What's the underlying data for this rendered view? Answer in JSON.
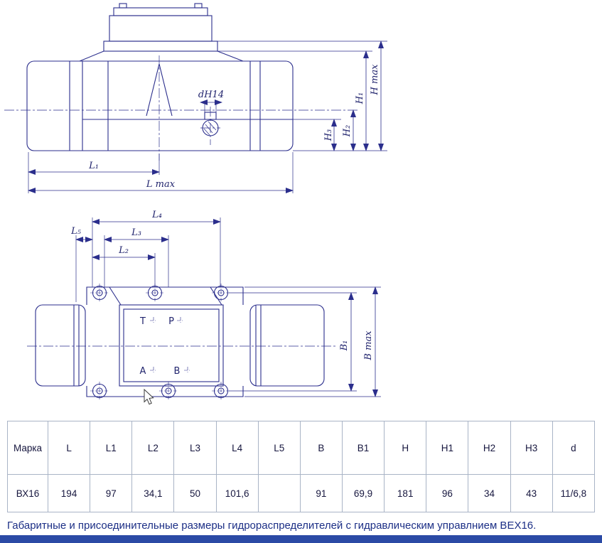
{
  "drawing": {
    "labels": {
      "l1": "L₁",
      "lmax": "L max",
      "dh14": "dH14",
      "h3": "H₃",
      "h2": "H₂",
      "h1": "H₁",
      "hmax": "H max",
      "l4": "L₄",
      "l3": "L₃",
      "l2": "L₂",
      "l5": "L₅",
      "b1": "B₁",
      "bmax": "B max",
      "port_t": "T",
      "port_p": "P",
      "port_a": "A",
      "port_b": "B"
    },
    "line_color": "#2b2e8c"
  },
  "table": {
    "headers": [
      "Марка",
      "L",
      "L1",
      "L2",
      "L3",
      "L4",
      "L5",
      "B",
      "B1",
      "H",
      "H1",
      "H2",
      "H3",
      "d"
    ],
    "rows": [
      [
        "ВХ16",
        "194",
        "97",
        "34,1",
        "50",
        "101,6",
        "",
        "91",
        "69,9",
        "181",
        "96",
        "34",
        "43",
        "11/6,8"
      ]
    ]
  },
  "caption": "Габаритные и присоединительные размеры гидрораспределителей с гидравлическим управлнием ВЕХ16.",
  "colors": {
    "drawing_line": "#2b2e8c",
    "table_border": "#a9b4c6",
    "caption_text": "#1c2f86",
    "bottom_bar": "#2b4aa5"
  }
}
